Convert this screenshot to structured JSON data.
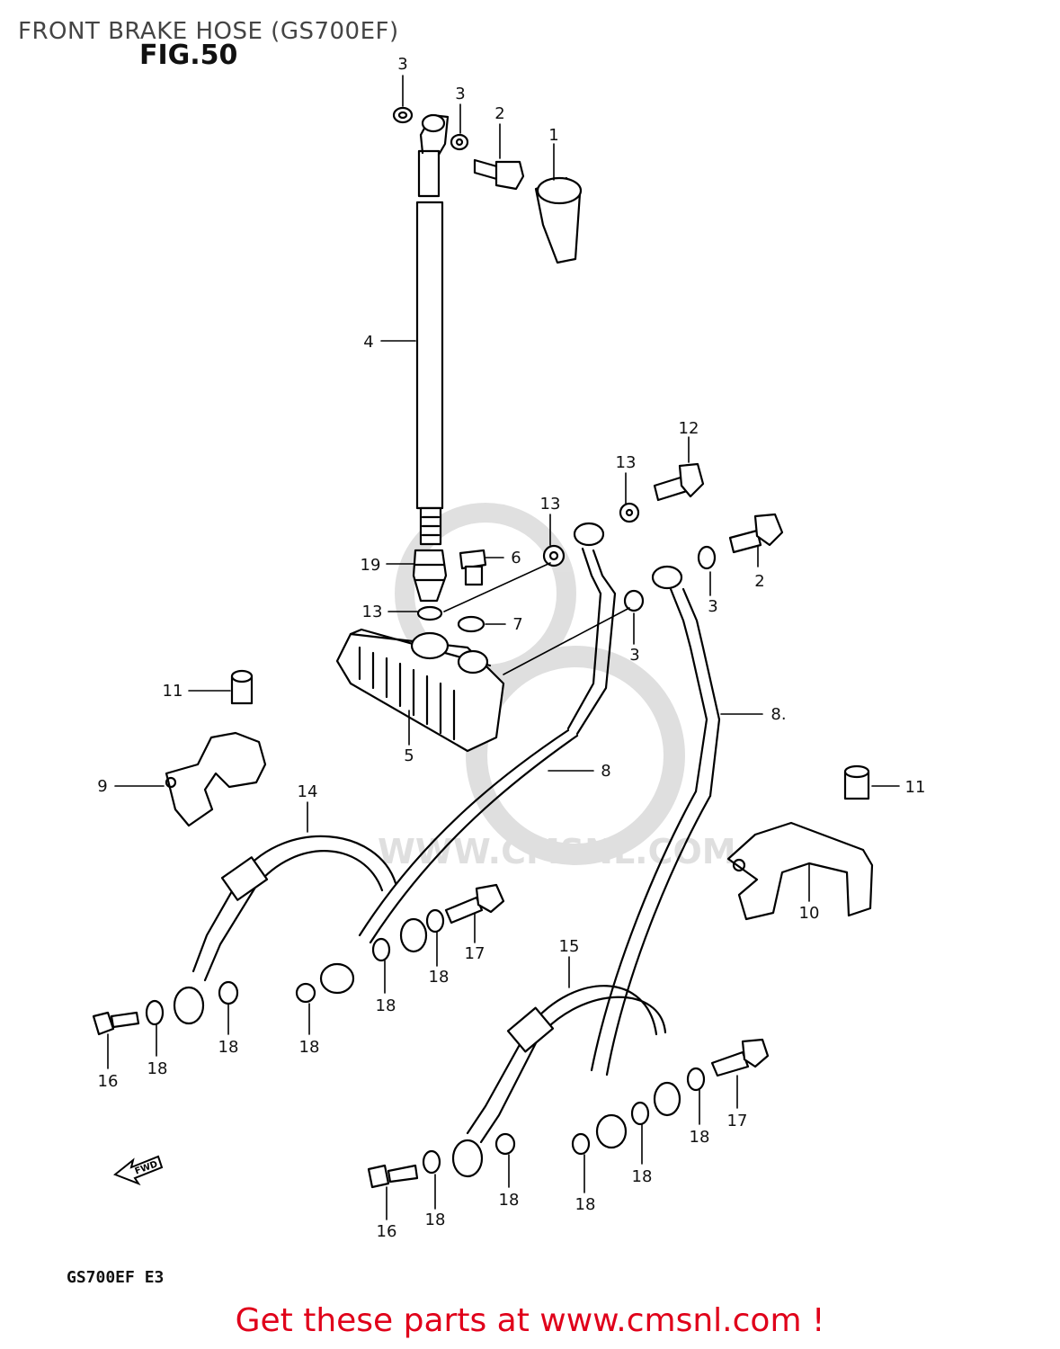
{
  "header": {
    "title": "FRONT BRAKE HOSE (GS700EF)",
    "figure": "FIG.50"
  },
  "model_code": "GS700EF  E3",
  "watermark": "WWW.CMSNL.COM",
  "fwd_label": "FWD",
  "footer": {
    "text": "Get these parts at www.cmsnl.com !"
  },
  "callouts": [
    {
      "id": "c1",
      "text": "3"
    },
    {
      "id": "c2",
      "text": "3"
    },
    {
      "id": "c3",
      "text": "2"
    },
    {
      "id": "c4",
      "text": "1"
    },
    {
      "id": "c5",
      "text": "4"
    },
    {
      "id": "c6",
      "text": "12"
    },
    {
      "id": "c7",
      "text": "13"
    },
    {
      "id": "c8",
      "text": "13"
    },
    {
      "id": "c9",
      "text": "19"
    },
    {
      "id": "c10",
      "text": "6"
    },
    {
      "id": "c11",
      "text": "2"
    },
    {
      "id": "c12",
      "text": "3"
    },
    {
      "id": "c13",
      "text": "13"
    },
    {
      "id": "c14",
      "text": "7"
    },
    {
      "id": "c15",
      "text": "3"
    },
    {
      "id": "c16",
      "text": "11"
    },
    {
      "id": "c17",
      "text": "8."
    },
    {
      "id": "c18",
      "text": "5"
    },
    {
      "id": "c19",
      "text": "8"
    },
    {
      "id": "c20",
      "text": "9"
    },
    {
      "id": "c21",
      "text": "14"
    },
    {
      "id": "c22",
      "text": "11"
    },
    {
      "id": "c23",
      "text": "10"
    },
    {
      "id": "c24",
      "text": "17"
    },
    {
      "id": "c25",
      "text": "18"
    },
    {
      "id": "c26",
      "text": "18"
    },
    {
      "id": "c27",
      "text": "15"
    },
    {
      "id": "c28",
      "text": "18"
    },
    {
      "id": "c29",
      "text": "18"
    },
    {
      "id": "c30",
      "text": "16"
    },
    {
      "id": "c31",
      "text": "18"
    },
    {
      "id": "c32",
      "text": "17"
    },
    {
      "id": "c33",
      "text": "18"
    },
    {
      "id": "c34",
      "text": "18"
    },
    {
      "id": "c35",
      "text": "16"
    },
    {
      "id": "c36",
      "text": "18"
    },
    {
      "id": "c37",
      "text": "18"
    },
    {
      "id": "c38",
      "text": "18"
    }
  ]
}
